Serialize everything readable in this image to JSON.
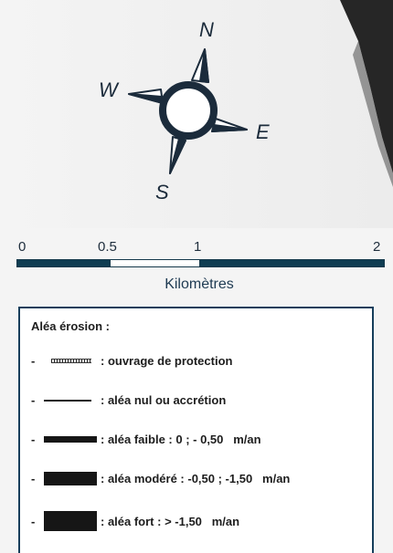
{
  "compass": {
    "north": "N",
    "west": "W",
    "east": "E",
    "south": "S"
  },
  "scale": {
    "ticks": [
      "0",
      "0.5",
      "1",
      "2"
    ],
    "unit": "Kilomètres"
  },
  "legend": {
    "title": "Aléa érosion :",
    "items": [
      {
        "bullet": "-",
        "label": ": ouvrage de protection",
        "symbol": "hatched-line"
      },
      {
        "bullet": "-",
        "label": ": aléa nul ou accrétion",
        "symbol": "thin-line"
      },
      {
        "bullet": "-",
        "label": ": aléa faible : 0 ; - 0,50   m/an",
        "symbol": "medium-bar"
      },
      {
        "bullet": "-",
        "label": ": aléa modéré : -0,50 ; -1,50   m/an",
        "symbol": "thick-bar"
      },
      {
        "bullet": "-",
        "label": ": aléa fort : > -1,50   m/an",
        "symbol": "block-bar"
      }
    ]
  },
  "colors": {
    "navy": "#0f3d52",
    "legend_border": "#163e5b",
    "symbol": "#161616",
    "map_dark": "#262626"
  }
}
